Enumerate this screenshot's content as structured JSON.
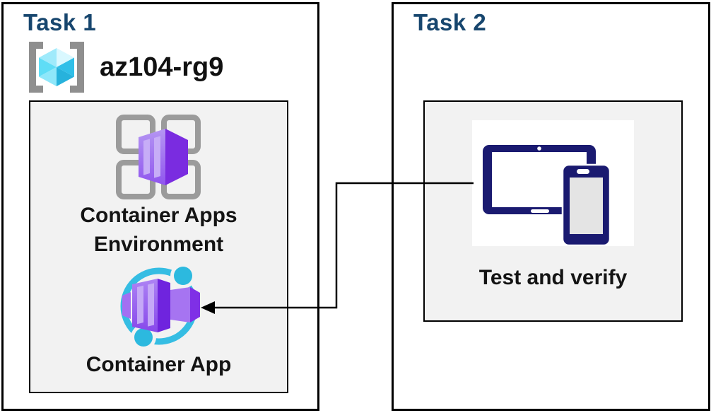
{
  "task1": {
    "title": "Task 1",
    "resource_group_name": "az104-rg9",
    "environment_label_line1": "Container Apps",
    "environment_label_line2": "Environment",
    "container_app_label": "Container App"
  },
  "task2": {
    "title": "Task 2",
    "verify_label": "Test and verify"
  },
  "icons": {
    "resource_group": "resource-group-icon (gray brackets with cyan cube)",
    "container_apps_environment": "container-apps-environment-icon (gray window panes with purple container)",
    "container_app": "container-app-icon (purple container in cyan orbit ring)",
    "devices": "tablet-phone-icon (navy tablet and phone)",
    "connector": "arrow-connector (elbow line pointing to container app)"
  },
  "colors": {
    "task_title": "#17466E",
    "panel_border": "#000000",
    "inner_panel_bg": "#F2F2F2",
    "label_text": "#141414",
    "icon_cyan_ring": "#35BDE3",
    "icon_cyan_dot": "#2CB9DF",
    "icon_purple_front": "#9B63EE",
    "icon_purple_dark": "#7A2CE0",
    "icon_stripe": "#C7ADF7",
    "device_navy": "#1A1A70",
    "device_screen_gray": "#E4E4E4",
    "bracket_gray": "#8F8F8F",
    "pane_gray": "#9B9B9B",
    "cube_cyan_light": "#D9F8FF",
    "cube_cyan_mid": "#5FDDF6",
    "cube_cyan_dark": "#27B2DC"
  }
}
